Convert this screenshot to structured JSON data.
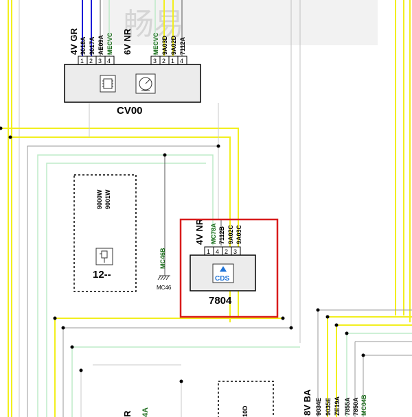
{
  "watermark": "畅易",
  "components": {
    "cv00": {
      "title": "CV00",
      "connector_a": {
        "label": "4V GR",
        "wires": [
          "9018A",
          "9017A",
          "AE09A",
          "MECVC"
        ],
        "pins": [
          "1",
          "2",
          "3",
          "4"
        ]
      },
      "connector_b": {
        "label": "6V NR",
        "wires": [
          "MECVC",
          "9A03D",
          "9A02D",
          "7112A"
        ],
        "pins": [
          "3",
          "2",
          "1",
          "4"
        ]
      }
    },
    "c7804": {
      "title": "7804",
      "badge": "CDS",
      "connector": {
        "label": "4V NR",
        "wires": [
          "MC78A",
          "7112B",
          "9A02C",
          "9A03C"
        ],
        "pins": [
          "1",
          "4",
          "2",
          "3"
        ]
      }
    },
    "c12": {
      "title": "12--",
      "wires": [
        "9000W",
        "9001W"
      ]
    },
    "ground": {
      "wire": "MC46B",
      "label": "MC46"
    },
    "bottom_right": {
      "label": "8V BA",
      "wires": [
        "9034E",
        "9035E",
        "ZE19A",
        "7855A",
        "7850A",
        "MC04B"
      ]
    },
    "bottom_mid": {
      "wire": "10D"
    },
    "bottom_left": {
      "partial": "R",
      "wire": "4A"
    }
  },
  "colors": {
    "wire_yellow": "#f2ef1e",
    "wire_green": "#bdebc8",
    "wire_grey": "#9a9a9a",
    "wire_dark": "#555555",
    "wire_blue": "#1a1ad8",
    "ground_text": "#1a6b1a",
    "highlight": "#d81c1c",
    "cds_blue": "#1e73d8"
  }
}
